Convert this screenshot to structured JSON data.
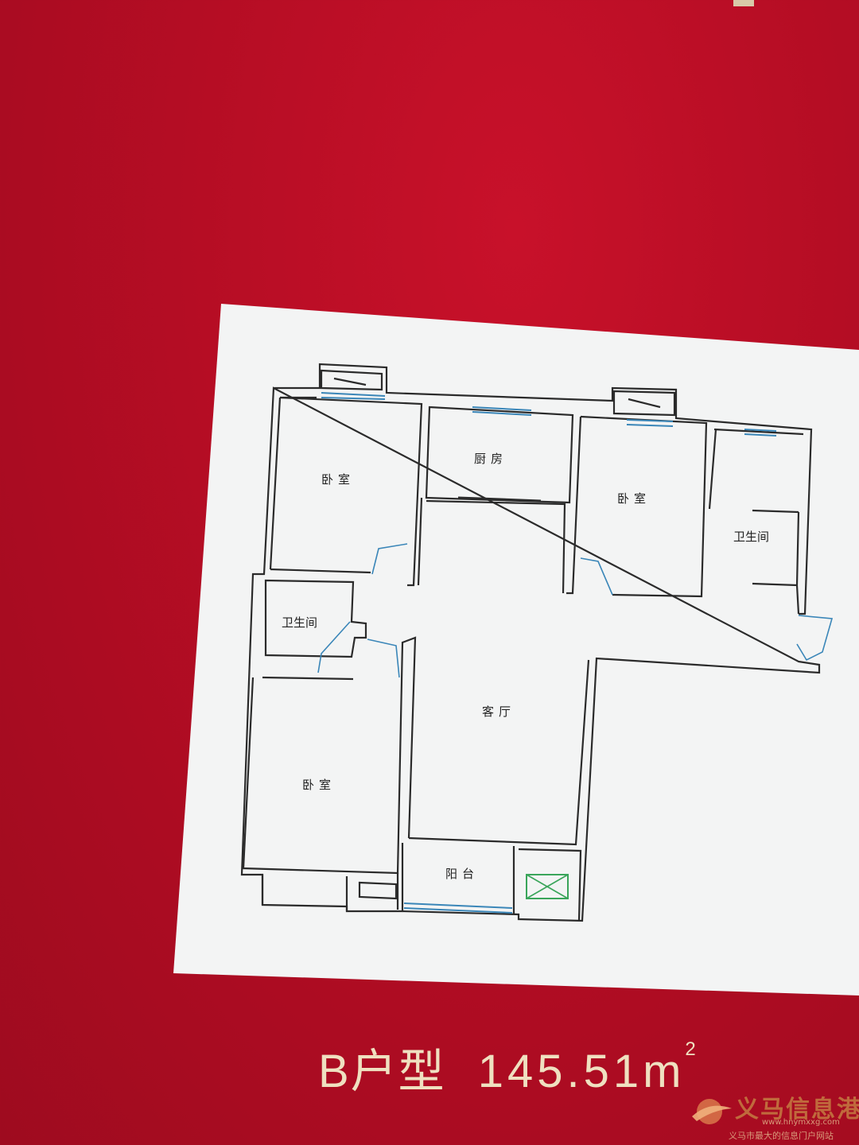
{
  "plan": {
    "rooms": {
      "bedroom_top_left": "卧室",
      "kitchen": "厨房",
      "bedroom_top_middle": "卧室",
      "bathroom_right": "卫生间",
      "bathroom_left": "卫生间",
      "living_room": "客厅",
      "bedroom_bottom_left": "卧室",
      "balcony": "阳台"
    }
  },
  "caption": {
    "unit_type": "B户型",
    "area_value": "145.51m",
    "area_superscript": "2"
  },
  "watermark": {
    "title": "义马信息港",
    "url": "www.hnymxxg.com",
    "tagline": "义马市最大的信息门户网站"
  },
  "colors": {
    "background": "#b50d24",
    "card": "#f3f4f4",
    "wall": "#2b2b2b",
    "door": "#3a86b8",
    "caption": "#efe0c0"
  }
}
